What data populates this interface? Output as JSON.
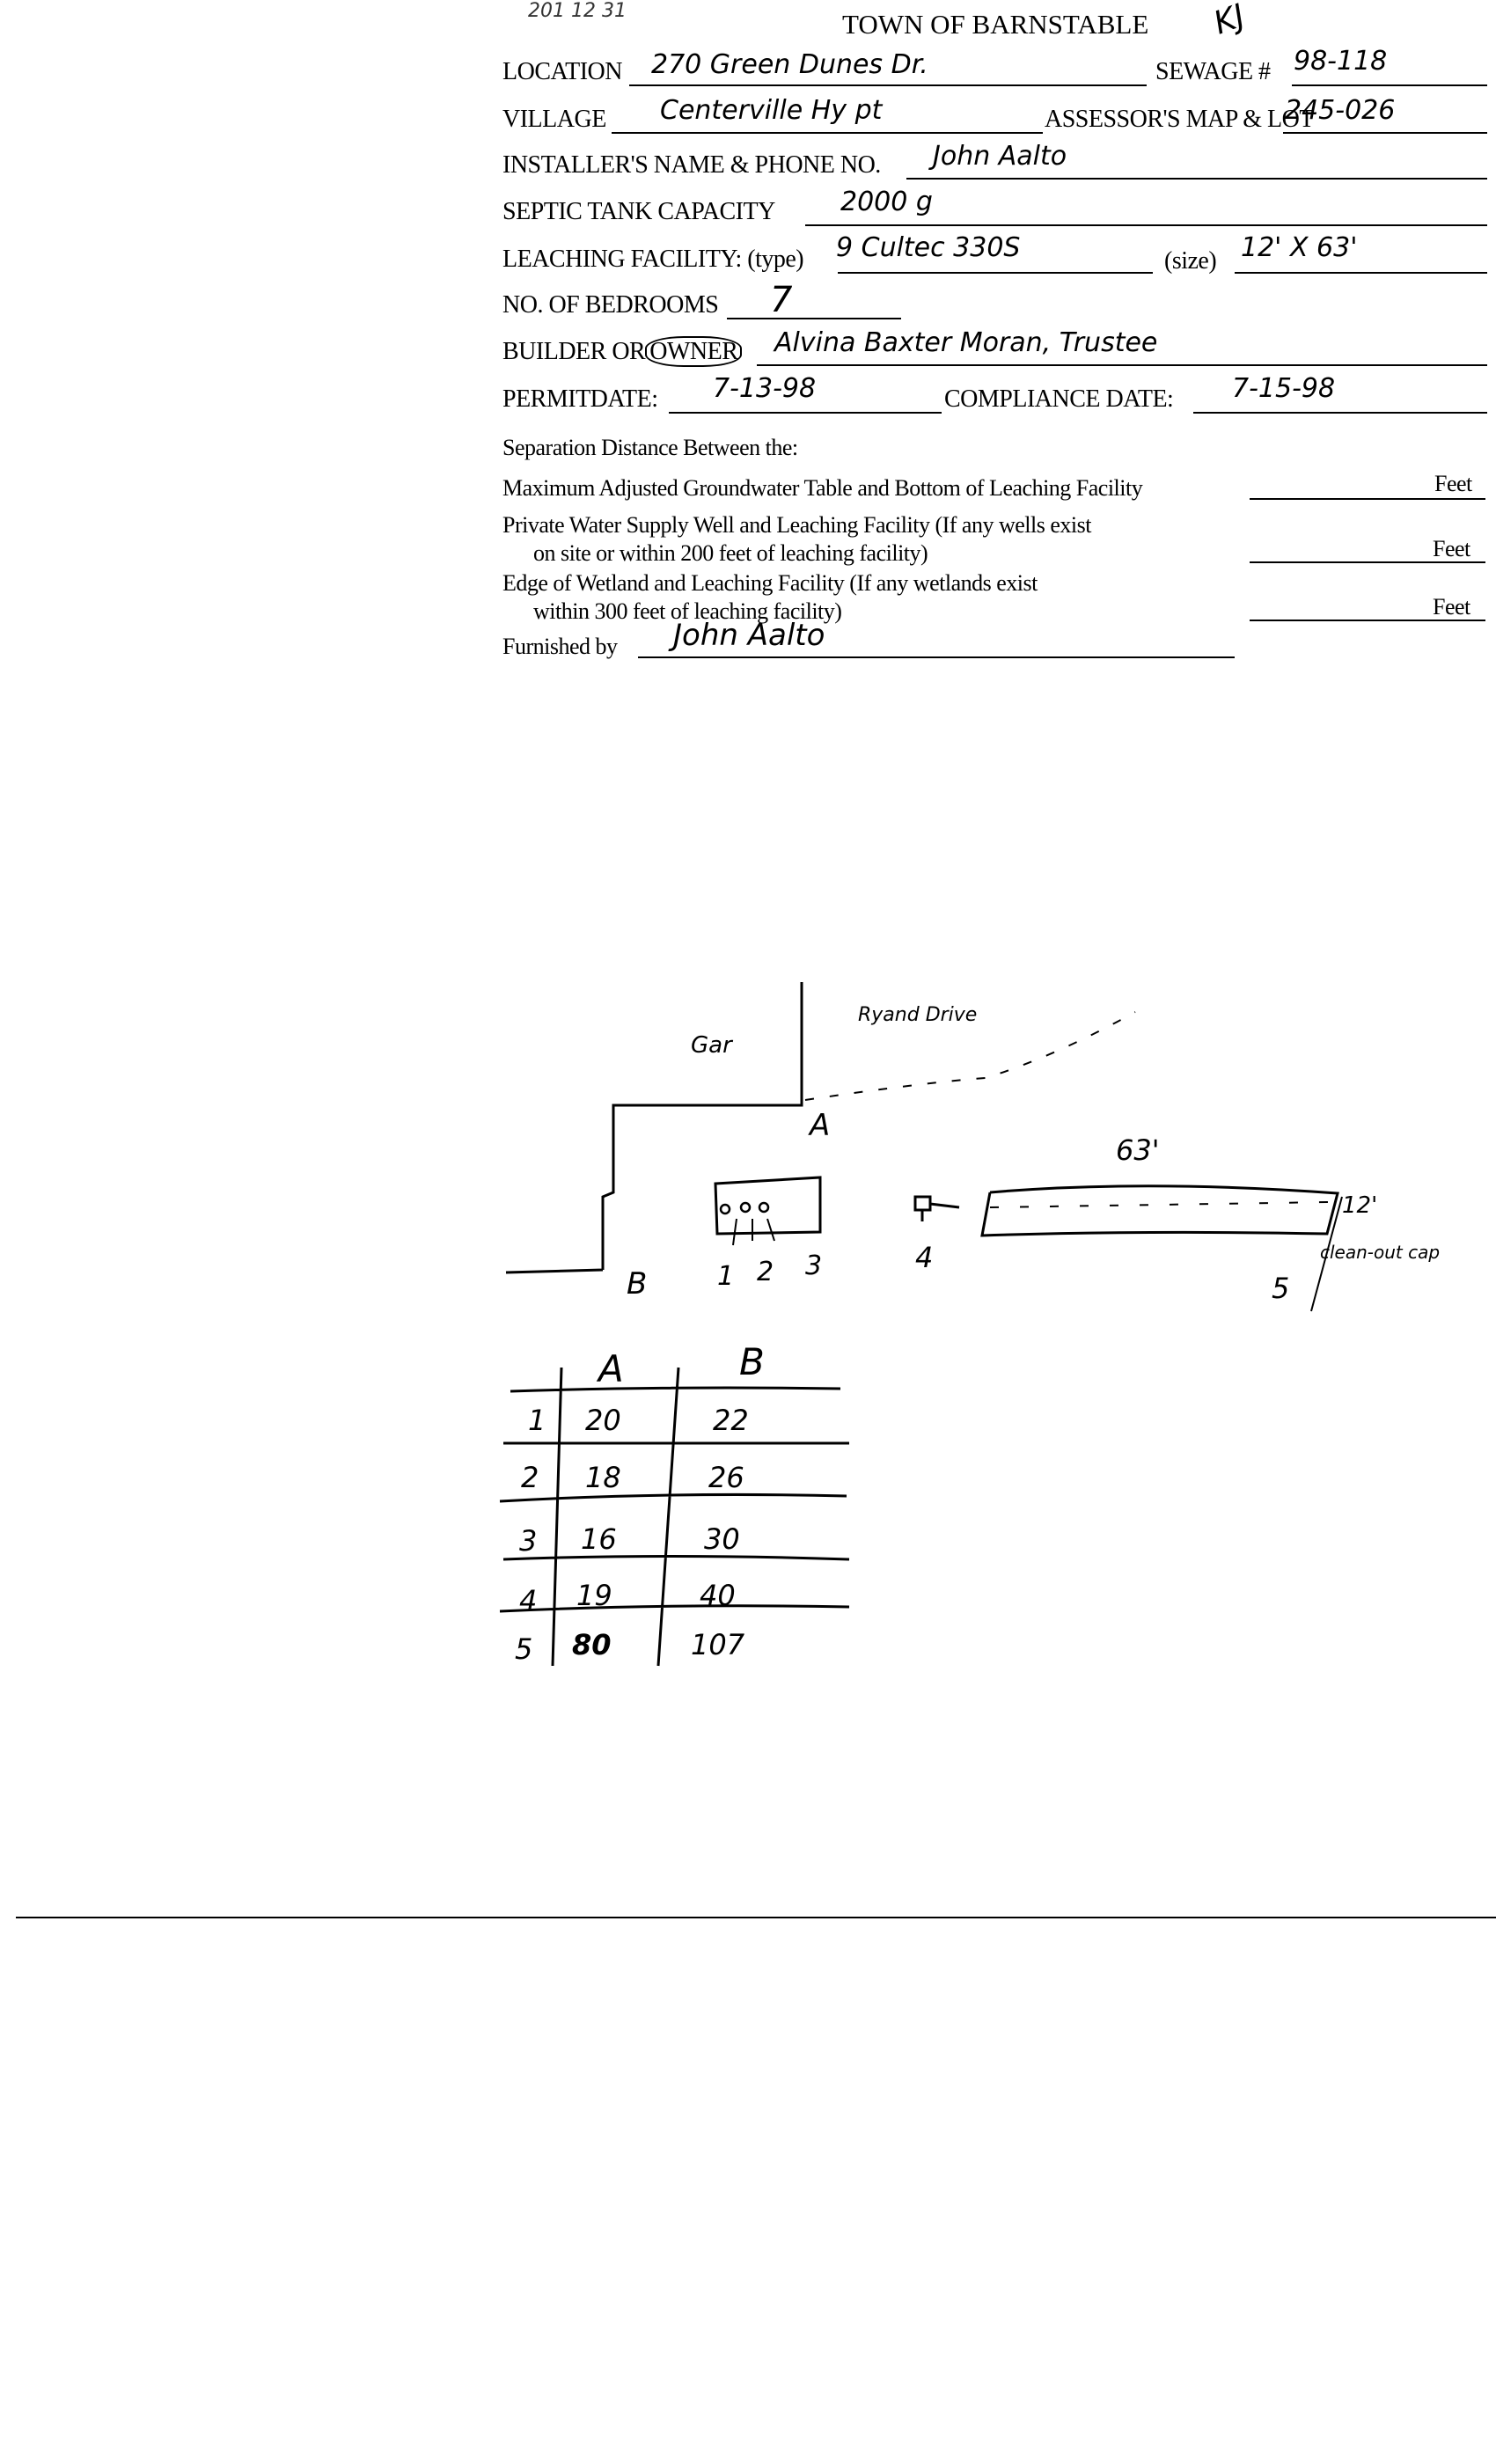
{
  "header": {
    "scribble_top": "201 12 31",
    "title": "TOWN OF BARNSTABLE",
    "initials": "KJ"
  },
  "form": {
    "location_label": "LOCATION",
    "location_value": "270 Green Dunes Dr.",
    "sewage_label": "SEWAGE #",
    "sewage_value": "98-118",
    "village_label": "VILLAGE",
    "village_value": "Centerville Hy pt",
    "map_lot_label": "ASSESSOR'S MAP & LOT",
    "map_lot_value": "245-026",
    "installer_label": "INSTALLER'S NAME & PHONE NO.",
    "installer_value": "John Aalto",
    "tank_label": "SEPTIC TANK CAPACITY",
    "tank_value": "2000 g",
    "leaching_label": "LEACHING FACILITY: (type)",
    "leaching_type_value": "9 Cultec 330S",
    "size_label": "(size)",
    "size_value": "12' X 63'",
    "bedrooms_label": "NO. OF BEDROOMS",
    "bedrooms_value": "7",
    "owner_label_prefix": "BUILDER OR",
    "owner_label_circled": "OWNER",
    "owner_value": "Alvina Baxter Moran, Trustee",
    "permit_label": "PERMITDATE:",
    "permit_value": "7-13-98",
    "compliance_label": "COMPLIANCE DATE:",
    "compliance_value": "7-15-98"
  },
  "separation": {
    "heading": "Separation Distance Between the:",
    "rows": [
      {
        "line1": "Maximum Adjusted Groundwater Table and Bottom of Leaching Facility",
        "line2": "",
        "unit": "Feet"
      },
      {
        "line1": "Private Water Supply Well and Leaching Facility  (If any wells exist",
        "line2": "on site or within 200 feet of leaching facility)",
        "unit": "Feet"
      },
      {
        "line1": "Edge of Wetland and Leaching Facility (If any wetlands exist",
        "line2": "within 300 feet of leaching facility)",
        "unit": "Feet"
      }
    ],
    "furnished_label": "Furnished by",
    "furnished_value": "John Aalto"
  },
  "sketch": {
    "garage": "Gar",
    "road": "Ryand Drive",
    "point_a": "A",
    "point_b": "B",
    "tank_markers": [
      "1",
      "2",
      "3"
    ],
    "marker_4": "4",
    "marker_5": "5",
    "length": "63'",
    "width": "12'",
    "cleanout": "clean-out cap"
  },
  "ties_table": {
    "headers": [
      "A",
      "B"
    ],
    "rows": [
      {
        "n": "1",
        "a": "20",
        "b": "22"
      },
      {
        "n": "2",
        "a": "18",
        "b": "26"
      },
      {
        "n": "3",
        "a": "16",
        "b": "30"
      },
      {
        "n": "4",
        "a": "19",
        "b": "40"
      },
      {
        "n": "5",
        "a": "80",
        "b": "107"
      }
    ]
  }
}
